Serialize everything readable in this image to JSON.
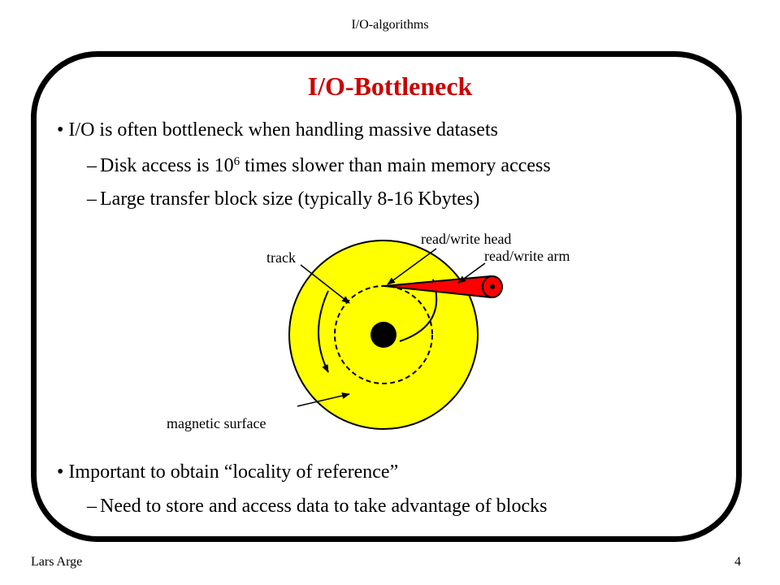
{
  "header": {
    "course": "I/O-algorithms"
  },
  "slide": {
    "title": "I/O-Bottleneck",
    "bullets": [
      {
        "text": "I/O is often bottleneck when handling massive datasets"
      },
      {
        "text": "Important to obtain “locality of reference”"
      }
    ],
    "subbullets": [
      {
        "before": "Disk access is 10",
        "sup": "6",
        "after": " times slower than main memory access"
      },
      {
        "text": "Large transfer block size (typically 8-16 Kbytes)"
      },
      {
        "text": "Need to store and access data to take advantage of blocks"
      }
    ],
    "bullet_marker": "•",
    "sub_marker": "–"
  },
  "diagram": {
    "labels": {
      "head": "read/write head",
      "arm": "read/write arm",
      "track": "track",
      "surface": "magnetic surface"
    },
    "colors": {
      "platter": "#ffff00",
      "arm": "#ff0000",
      "outline": "#000000"
    }
  },
  "footer": {
    "author": "Lars Arge",
    "page": "4"
  }
}
